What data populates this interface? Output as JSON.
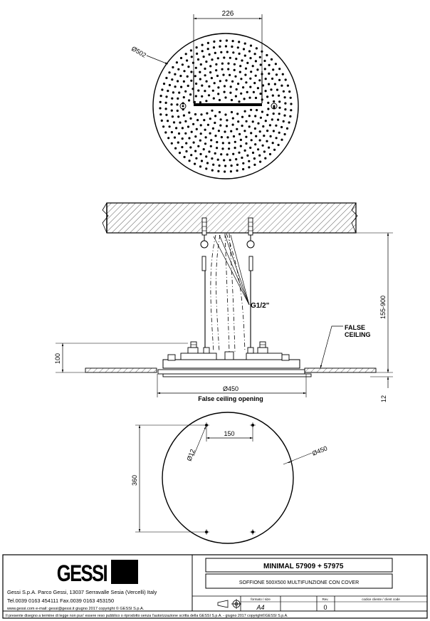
{
  "dimensions": {
    "top_width": "226",
    "top_diameter": "Ø502",
    "height_range": "155-900",
    "depth": "100",
    "opening_diameter": "Ø450",
    "offset": "12",
    "hole_spacing": "150",
    "hole_diameter": "Ø12",
    "hole_distance": "360",
    "cutout_diameter": "Ø450"
  },
  "labels": {
    "connection": "G1/2\"",
    "false_ceiling_line1": "FALSE",
    "false_ceiling_line2": "CEILING",
    "opening_label": "False ceiling opening"
  },
  "title_block": {
    "logo_text": "GESSI",
    "company_line1": "Gessi S.p.A. Parco Gessi, 13037 Serravalle Sesia (Vercelli) Italy",
    "company_line2": "Tel.0039  0163  454111  Fax.0039  0163  453150",
    "company_line3": "www.gessi.com  e-mail: gessi@gessi.it     giugno  2017     copyright © GESSI  S.p.A.",
    "product_name": "MINIMAL  57909 + 57975",
    "product_desc": "SOFFIONE 500X500 MULTIFUNZIONE CON COVER",
    "format_header": "formato / size",
    "format_value": "A4",
    "rev_header": "Rev.",
    "rev_value": "0",
    "client_code_header": "codice cliente / client code",
    "footer": "Il presente disegno a termine di legge non puo' essere reso pubblico o riprodotto senza l'autorizzazione scritta della GESSI S.p.A. - giugno 2017  copyright©GESSI S.p.A."
  }
}
